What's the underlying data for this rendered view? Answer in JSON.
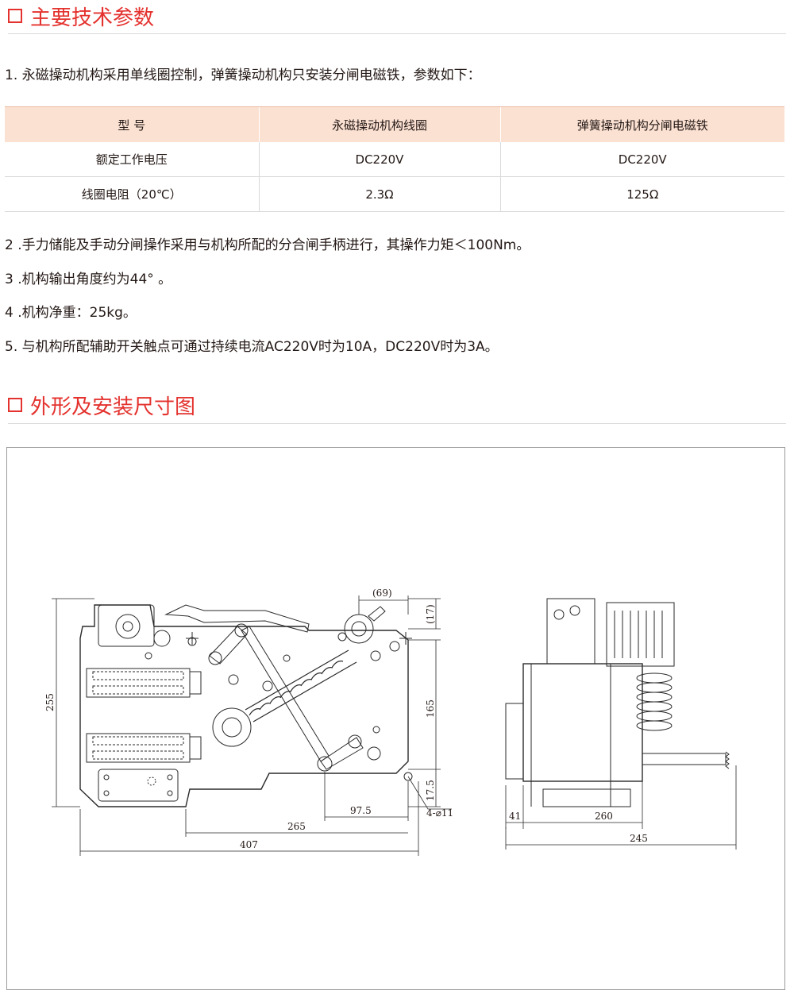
{
  "section1": {
    "title": "主要技术参数"
  },
  "intro": "1. 永磁操动机构采用单线圈控制，弹簧操动机构只安装分闸电磁铁，参数如下：",
  "table": {
    "headers": [
      "型 号",
      "永磁操动机构线圈",
      "弹簧操动机构分闸电磁铁"
    ],
    "rows": [
      [
        "额定工作电压",
        "DC220V",
        "DC220V"
      ],
      [
        "线圈电阻（20℃）",
        "2.3Ω",
        "125Ω"
      ]
    ]
  },
  "notes": [
    "2 .手力储能及手动分闸操作采用与机构所配的分合闸手柄进行，其操作力矩＜100Nm。",
    "3 .机构输出角度约为44°  。",
    "4 .机构净重：25kg。",
    "5. 与机构所配辅助开关触点可通过持续电流AC220V时为10A，DC220V时为3A。"
  ],
  "section2": {
    "title": "外形及安装尺寸图"
  },
  "drawing": {
    "front_view": {
      "dim_69": "(69)",
      "dim_17": "(17)",
      "dim_255": "255",
      "dim_165": "165",
      "dim_17_5": "17.5",
      "dim_97_5": "97.5",
      "dim_265": "265",
      "dim_407": "407",
      "hole_callout": "4-⌀11"
    },
    "side_view": {
      "dim_41": "41",
      "dim_260": "260",
      "dim_245": "245"
    }
  },
  "colors": {
    "accent": "#e4322e",
    "table_header": "#fbe1d2",
    "rule": "#d9d9d9"
  }
}
